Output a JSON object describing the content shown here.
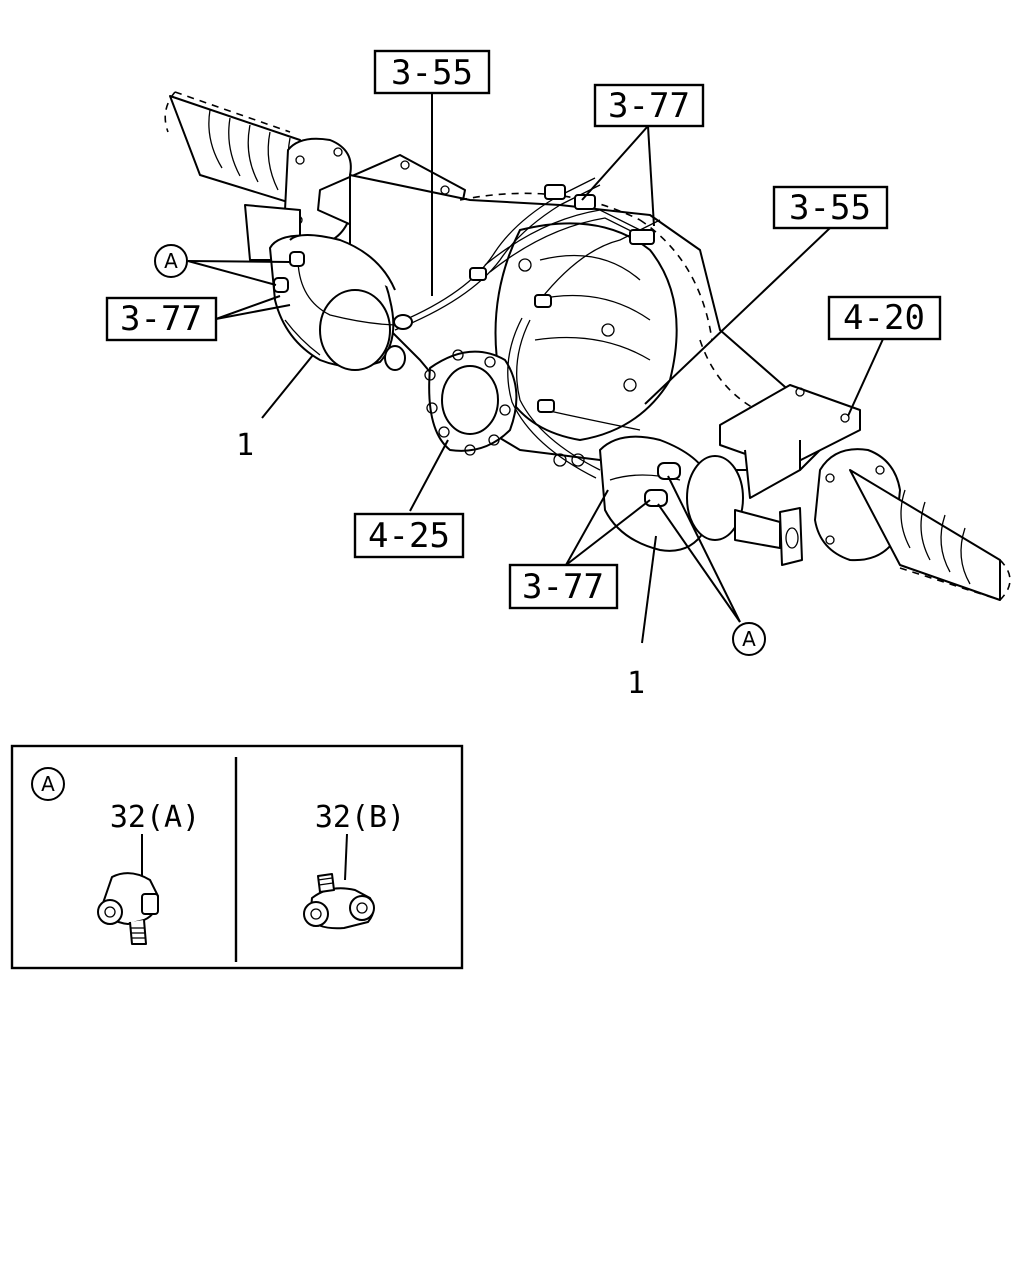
{
  "labels": {
    "ref_3_55_top": "3-55",
    "ref_3_77_top": "3-77",
    "ref_3_55_right": "3-55",
    "ref_3_77_left": "3-77",
    "ref_4_20": "4-20",
    "ref_4_25": "4-25",
    "ref_3_77_bottom": "3-77",
    "part_1_left": "1",
    "part_1_bottom": "1",
    "detail_a_left": "A",
    "detail_a_right": "A"
  },
  "inset": {
    "marker": "A",
    "left_part": "32(A)",
    "right_part": "32(B)"
  }
}
